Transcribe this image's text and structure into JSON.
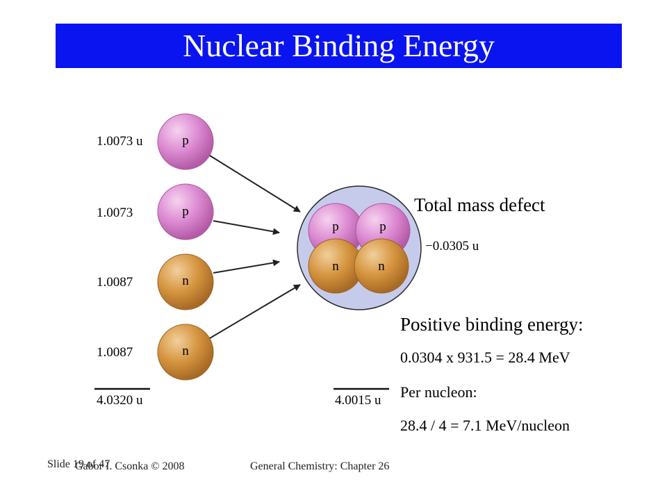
{
  "slide": {
    "title": "Nuclear Binding Energy",
    "colors": {
      "title_bar": "#0a14f0",
      "title_text": "#ffffff"
    }
  },
  "diagram": {
    "nucleons": [
      {
        "symbol": "p",
        "mass": "1.0073 u",
        "kind": "proton"
      },
      {
        "symbol": "p",
        "mass": "1.0073",
        "kind": "proton"
      },
      {
        "symbol": "n",
        "mass": "1.0087",
        "kind": "neutron"
      },
      {
        "symbol": "n",
        "mass": "1.0087",
        "kind": "neutron"
      }
    ],
    "sum_mass": "4.0320 u",
    "nucleus": {
      "particles": [
        "p",
        "p",
        "n",
        "n"
      ],
      "mass": "4.0015 u",
      "mass_defect": "−0.0305 u"
    },
    "colors": {
      "proton": "#d27ac8",
      "neutron": "#d08d3e",
      "nucleus": "#c7cbeb"
    }
  },
  "notes": {
    "mass_defect_heading": "Total mass defect",
    "binding_heading": "Positive binding energy:",
    "binding_calc": "0.0304 x 931.5 =  28.4 MeV",
    "per_nucleon_label": "Per nucleon:",
    "per_nucleon_calc": "28.4 /  4  =  7.1 MeV/nucleon"
  },
  "footer": {
    "slide_number": "Slide 19 of 47",
    "author": "Gabor I. Csonka © 2008",
    "course": "General Chemistry: Chapter 26"
  }
}
